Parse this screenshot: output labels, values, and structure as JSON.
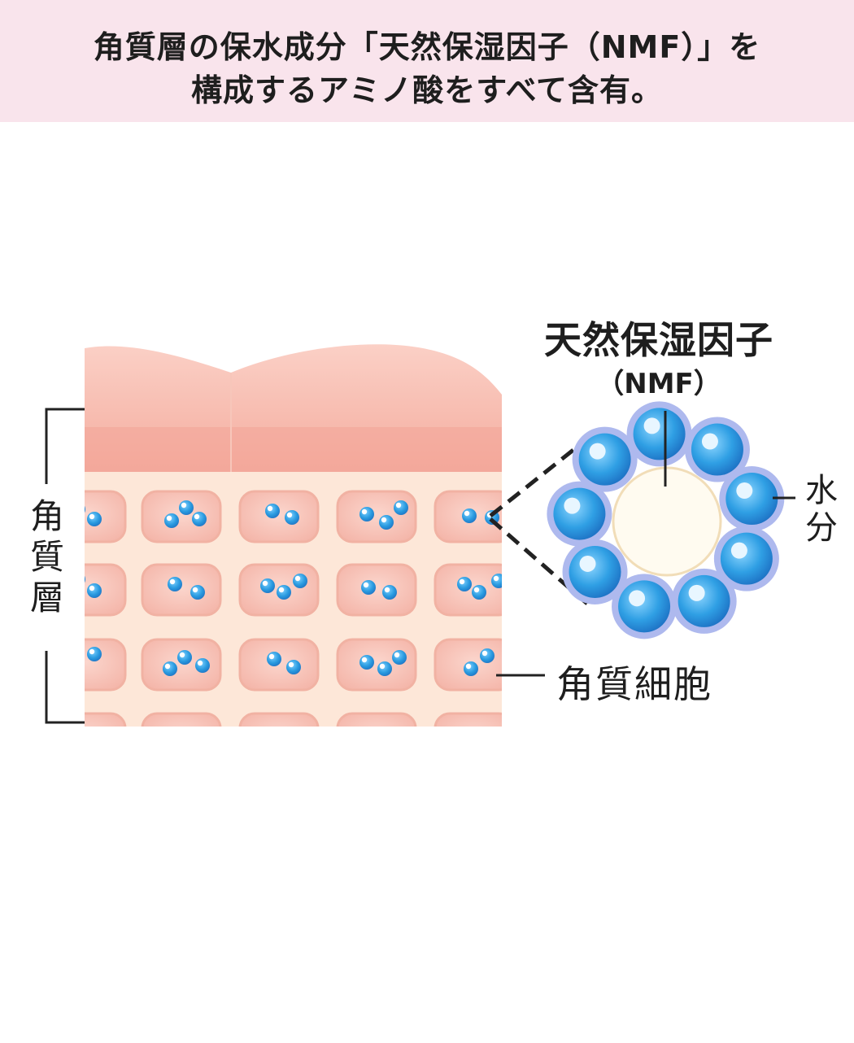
{
  "header": {
    "line1": "角質層の保水成分「天然保湿因子（NMF）」を",
    "line2": "構成するアミノ酸をすべて含有。"
  },
  "diagram": {
    "nmf_title": "天然保湿因子",
    "nmf_subtitle": "（NMF）",
    "stratum_corneum_label": [
      "角",
      "質",
      "層"
    ],
    "water_label": [
      "水",
      "分"
    ],
    "cell_label": "角質細胞"
  },
  "colors": {
    "header_bg": "#f9e4ec",
    "skin_top": "#f4b3a4",
    "skin_band": "#f3a497",
    "tissue": "#fde7d8",
    "cell_fill": "#f7c2b8",
    "cell_border": "#f1b2a3",
    "water_drop": "#2a9be0",
    "nmf_ring": "#a9b6ec",
    "nmf_center": "#fffbf0"
  },
  "icons": [
    "water-drop-icon",
    "nmf-molecule-icon"
  ]
}
